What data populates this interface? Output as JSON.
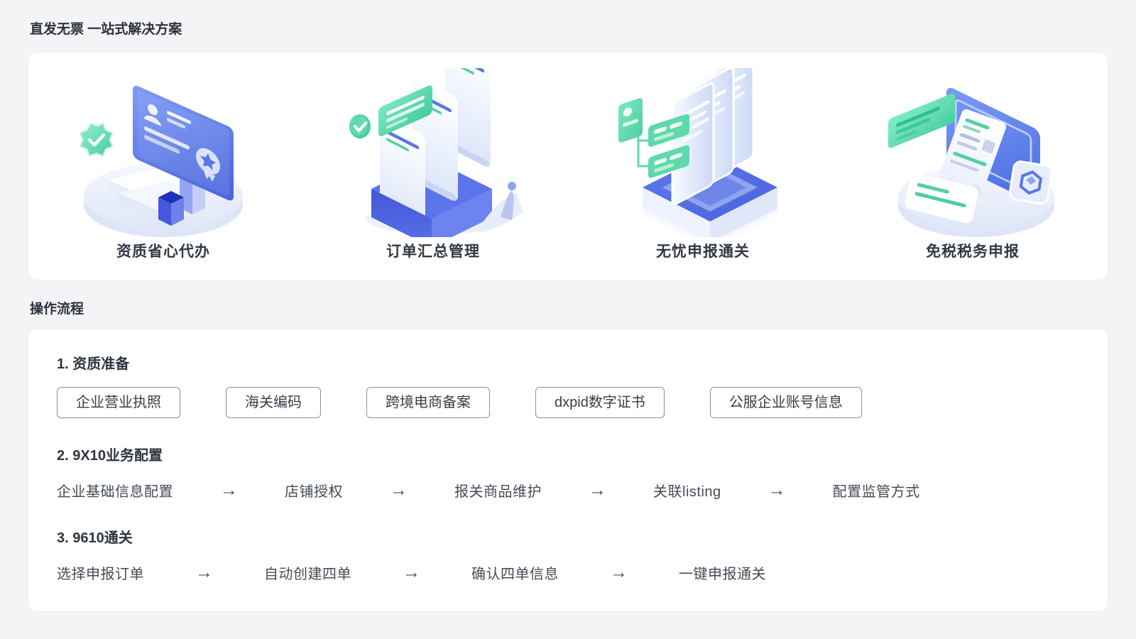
{
  "page": {
    "section1_title": "直发无票 一站式解决方案",
    "section2_title": "操作流程"
  },
  "features": [
    {
      "label": "资质省心代办",
      "icon": "certificate-illustration"
    },
    {
      "label": "订单汇总管理",
      "icon": "order-scrolls-illustration"
    },
    {
      "label": "无忧申报通关",
      "icon": "documents-tray-illustration"
    },
    {
      "label": "免税税务申报",
      "icon": "tax-receipt-illustration"
    }
  ],
  "process": {
    "arrow": "→",
    "steps": [
      {
        "title": "1. 资质准备",
        "chips": [
          "企业营业执照",
          "海关编码",
          "跨境电商备案",
          "dxpid数字证书",
          "公服企业账号信息"
        ]
      },
      {
        "title": "2. 9X10业务配置",
        "flow": [
          "企业基础信息配置",
          "店铺授权",
          "报关商品维护",
          "关联listing",
          "配置监管方式"
        ]
      },
      {
        "title": "3. 9610通关",
        "flow": [
          "选择申报订单",
          "自动创建四单",
          "确认四单信息",
          "一键申报通关"
        ]
      }
    ]
  },
  "theme": {
    "page_bg": "#f4f4f6",
    "card_bg": "#ffffff",
    "primary_blue": "#4d63de",
    "light_blue": "#c9d6f7",
    "pale_blue": "#e8eefb",
    "mint_green": "#57d0a2",
    "text_dark": "#2f3540",
    "chip_border": "#8b919c"
  }
}
